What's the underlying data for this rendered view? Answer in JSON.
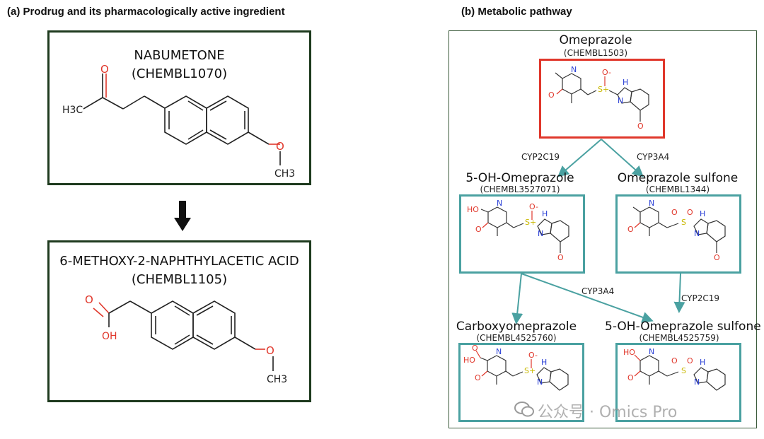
{
  "panel_a": {
    "title": "(a) Prodrug and its pharmacologically active ingredient",
    "prodrug": {
      "name": "NABUMETONE",
      "id": "(CHEMBL1070)"
    },
    "active": {
      "name": "6-METHOXY-2-NAPHTHYLACETIC ACID",
      "id": "(CHEMBL1105)"
    }
  },
  "panel_b": {
    "title": "(b) Metabolic pathway",
    "parent": {
      "name": "Omeprazole",
      "id": "(CHEMBL1503)"
    },
    "metabolite_1": {
      "name": "5-OH-Omeprazole",
      "id": "(CHEMBL3527071)"
    },
    "metabolite_2": {
      "name": "Omeprazole sulfone",
      "id": "(CHEMBL1344)"
    },
    "metabolite_3": {
      "name": "Carboxyomeprazole",
      "id": "(CHEMBL4525760)"
    },
    "metabolite_4": {
      "name": "5-OH-Omeprazole sulfone",
      "id": "(CHEMBL4525759)"
    },
    "enzymes": {
      "parent_to_m1": "CYP2C19",
      "parent_to_m2": "CYP3A4",
      "m1_to_m4": "CYP3A4",
      "m2_to_m4": "CYP2C19"
    }
  },
  "atoms": {
    "O": "O",
    "OH": "OH",
    "HO": "HO",
    "H3C": "H3C",
    "CH3": "CH3",
    "N": "N",
    "H": "H",
    "S_plus": "S+",
    "O_minus": "O-",
    "S": "S"
  },
  "watermark": "公众号 · Omics Pro",
  "colors": {
    "frame_green": "#1e3a1e",
    "highlight_red": "#e0372b",
    "metabolite_teal": "#4aa1a1",
    "arrow_teal": "#4aa1a1",
    "oxygen": "#e0372b",
    "nitrogen": "#2a3fd6",
    "sulfur": "#c9b800"
  }
}
